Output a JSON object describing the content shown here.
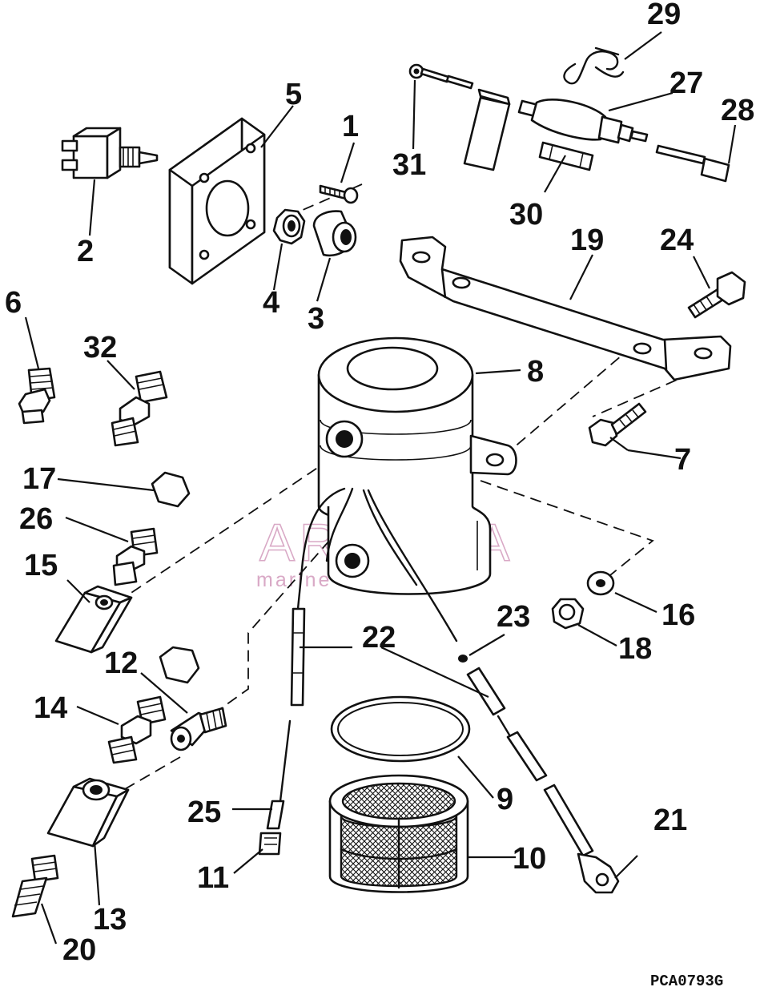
{
  "drawing_code": "PCA0793G",
  "watermark": {
    "brand": "ARMADA",
    "tagline": "marine outboards",
    "accent_color": "#d9a9c6"
  },
  "callouts": [
    {
      "id": "c1",
      "label": "1"
    },
    {
      "id": "c2",
      "label": "2"
    },
    {
      "id": "c3",
      "label": "3"
    },
    {
      "id": "c4",
      "label": "4"
    },
    {
      "id": "c5",
      "label": "5"
    },
    {
      "id": "c6",
      "label": "6"
    },
    {
      "id": "c7",
      "label": "7"
    },
    {
      "id": "c8",
      "label": "8"
    },
    {
      "id": "c9",
      "label": "9"
    },
    {
      "id": "c10",
      "label": "10"
    },
    {
      "id": "c11",
      "label": "11"
    },
    {
      "id": "c12",
      "label": "12"
    },
    {
      "id": "c13",
      "label": "13"
    },
    {
      "id": "c14",
      "label": "14"
    },
    {
      "id": "c15",
      "label": "15"
    },
    {
      "id": "c16",
      "label": "16"
    },
    {
      "id": "c17",
      "label": "17"
    },
    {
      "id": "c18",
      "label": "18"
    },
    {
      "id": "c19",
      "label": "19"
    },
    {
      "id": "c20",
      "label": "20"
    },
    {
      "id": "c21",
      "label": "21"
    },
    {
      "id": "c22",
      "label": "22"
    },
    {
      "id": "c23",
      "label": "23"
    },
    {
      "id": "c24",
      "label": "24"
    },
    {
      "id": "c25",
      "label": "25"
    },
    {
      "id": "c26",
      "label": "26"
    },
    {
      "id": "c27",
      "label": "27"
    },
    {
      "id": "c28",
      "label": "28"
    },
    {
      "id": "c29",
      "label": "29"
    },
    {
      "id": "c30",
      "label": "30"
    },
    {
      "id": "c31",
      "label": "31"
    },
    {
      "id": "c32",
      "label": "32"
    }
  ]
}
